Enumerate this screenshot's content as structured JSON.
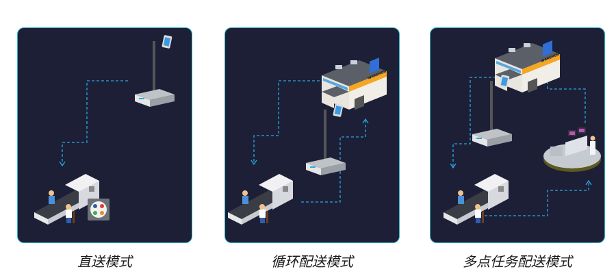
{
  "modes": [
    {
      "caption": "直送模式"
    },
    {
      "caption": "循环配送模式"
    },
    {
      "caption": "多点任务配送模式"
    }
  ],
  "warehouse_sign": "WAREHOUSE",
  "colors": {
    "panel_bg": "#1d1f37",
    "panel_border": "#2bb3c4",
    "route_line": "#29a8e0",
    "warehouse_sign": "#f5a623"
  }
}
